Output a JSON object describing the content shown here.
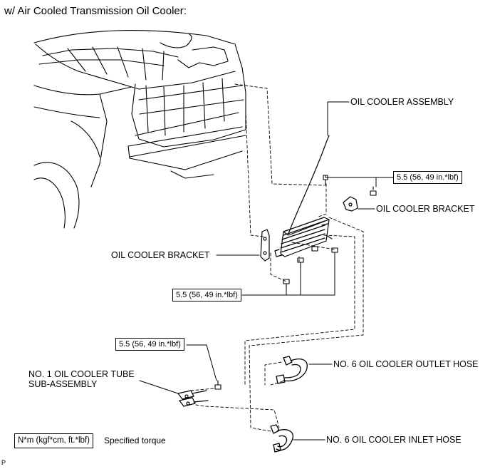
{
  "title": "w/ Air Cooled Transmission Oil Cooler:",
  "labels": {
    "oil_cooler_assembly": "OIL COOLER ASSEMBLY",
    "oil_cooler_bracket_right": "OIL COOLER BRACKET",
    "oil_cooler_bracket_left": "OIL COOLER BRACKET",
    "tube_sub_assembly_line1": "NO. 1 OIL COOLER TUBE",
    "tube_sub_assembly_line2": "SUB-ASSEMBLY",
    "outlet_hose": "NO. 6 OIL COOLER OUTLET HOSE",
    "inlet_hose": "NO. 6 OIL COOLER INLET HOSE"
  },
  "torques": {
    "upper_bracket_bolts": "5.5 (56, 49 in.*lbf)",
    "lower_bracket_bolts": "5.5 (56, 49 in.*lbf)",
    "tube_bolt": "5.5 (56, 49 in.*lbf)"
  },
  "legend": {
    "unit": "N*m (kgf*cm, ft.*lbf)",
    "description": "Specified torque"
  },
  "corner_mark": "P"
}
